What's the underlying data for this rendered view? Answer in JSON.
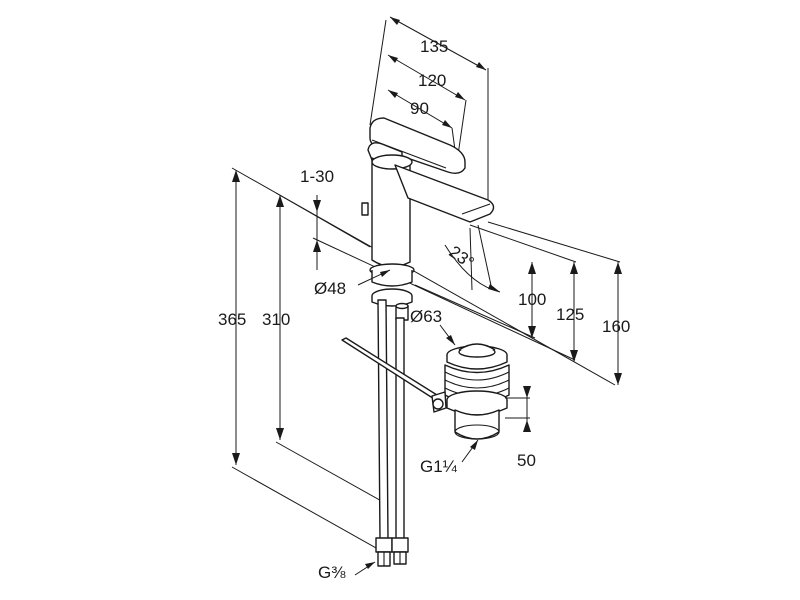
{
  "dimensions": {
    "d135": "135",
    "d120": "120",
    "d90": "90",
    "d1_30": "1-30",
    "angle": "23°",
    "dia48": "Ø48",
    "dia63": "Ø63",
    "d365": "365",
    "d310": "310",
    "d100": "100",
    "d125": "125",
    "d160": "160",
    "d50": "50"
  },
  "threads": {
    "waste": "G1¼",
    "supply": "G⅜"
  },
  "colors": {
    "line": "#1a1a1a",
    "background": "#ffffff"
  }
}
